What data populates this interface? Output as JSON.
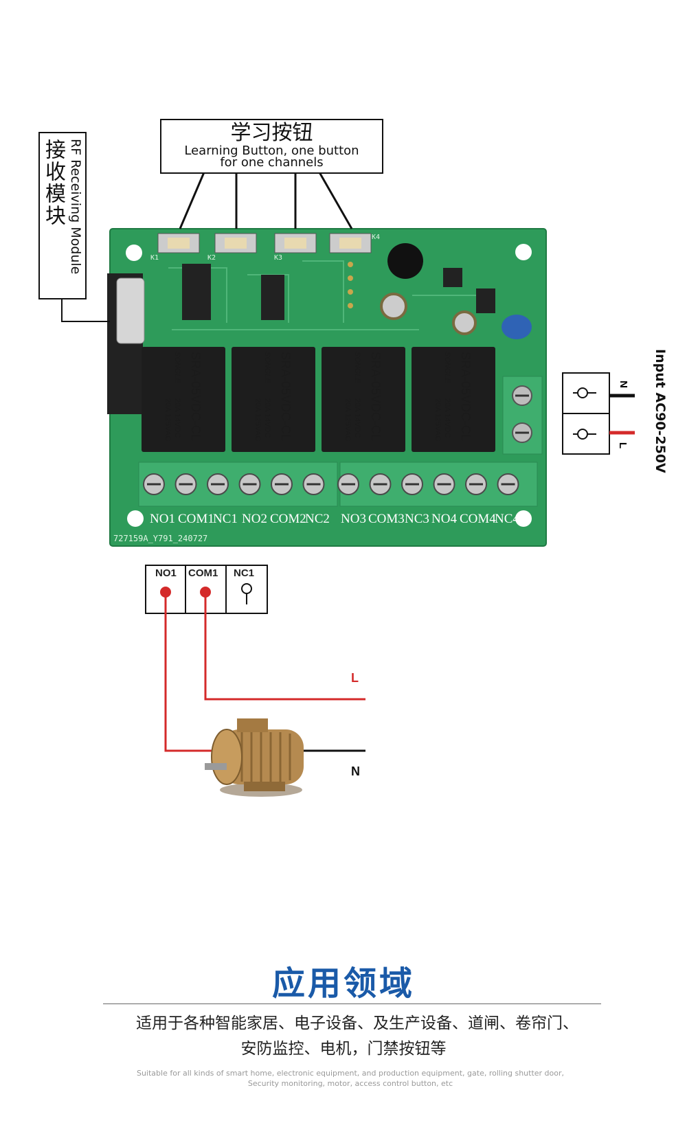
{
  "learn_callout": {
    "title": "学习按钮",
    "subtitle_line1": "Learning Button, one button",
    "subtitle_line2": "for one channels"
  },
  "rf_callout": {
    "english": "RF Receiving Module",
    "chinese": "接收模块"
  },
  "input_callout": {
    "label": "Input  AC90-250V",
    "n_label": "N",
    "l_label": "L"
  },
  "board": {
    "button_labels": [
      "K1",
      "K2",
      "K3",
      "K4"
    ],
    "relay_model": "SRA-05VDC-CL",
    "relay_brand": "SONGLE",
    "relay_rating_1": "20A 14VDC",
    "relay_rating_2": "20A 125VAC",
    "pcb_code": "727159A_Y791_240727",
    "terminals": [
      "NO1",
      "COM1",
      "NC1",
      "NO2",
      "COM2",
      "NC2",
      "NO3",
      "COM3",
      "NC3",
      "NO4",
      "COM4",
      "NC4"
    ]
  },
  "wiring": {
    "headers": [
      "NO1",
      "COM1",
      "NC1"
    ],
    "l_label": "L",
    "n_label": "N"
  },
  "section": {
    "title": "应用领域",
    "cn_line1": "适用于各种智能家居、电子设备、及生产设备、道闸、卷帘门、",
    "cn_line2": "安防监控、电机，门禁按钮等",
    "en_line1": "Suitable for all kinds of smart home, electronic equipment, and production equipment, gate, rolling shutter door,",
    "en_line2": "Security monitoring, motor, access control button, etc"
  },
  "colors": {
    "pcb": "#2e9b5a",
    "terminal": "#3fae6e",
    "wire_red": "#d42a2a",
    "title_blue": "#1a5aa8"
  }
}
